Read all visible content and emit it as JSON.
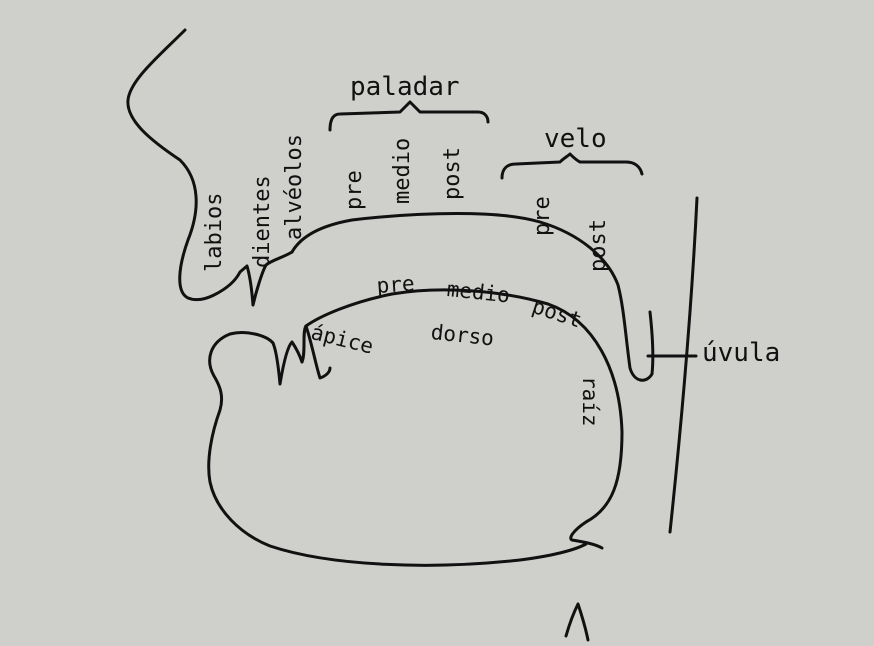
{
  "labels": {
    "paladar": "paladar",
    "velo": "velo",
    "labios": "labios",
    "dientes": "dientes",
    "alveolos": "alvéolos",
    "pal_pre": "pre",
    "pal_medio": "medio",
    "pal_post": "post",
    "velo_pre": "pre",
    "velo_post": "post",
    "dorso_pre": "pre",
    "dorso_medio": "medio",
    "dorso_post": "post",
    "apice": "ápice",
    "dorso": "dorso",
    "raiz": "raíz",
    "uvula": "úvula"
  },
  "colors": {
    "ink": "#111111",
    "paper": "#cfcfcc"
  }
}
